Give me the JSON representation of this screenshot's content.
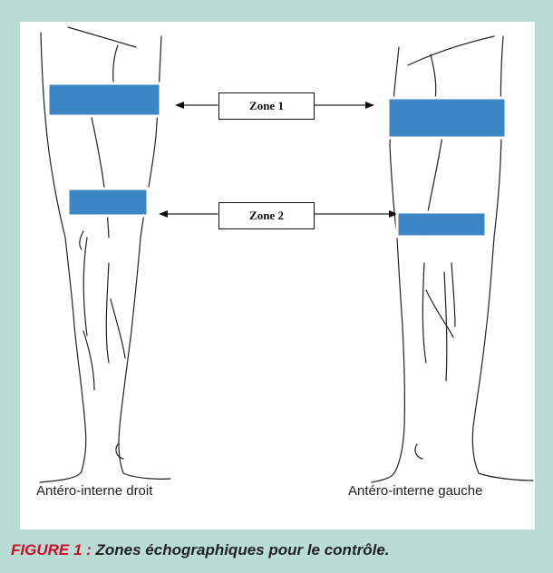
{
  "figure": {
    "zones": [
      {
        "label": "Zone 1"
      },
      {
        "label": "Zone 2"
      }
    ],
    "views": [
      {
        "label": "Antéro-interne droit"
      },
      {
        "label": "Antéro-interne gauche"
      }
    ],
    "caption": {
      "prefix": "FIGURE 1 :",
      "text": " Zones échographiques pour le contrôle."
    },
    "colors": {
      "frame": "#b9ddd4",
      "zone_fill": "#3d86c6",
      "caption_prefix": "#c8102e"
    }
  }
}
